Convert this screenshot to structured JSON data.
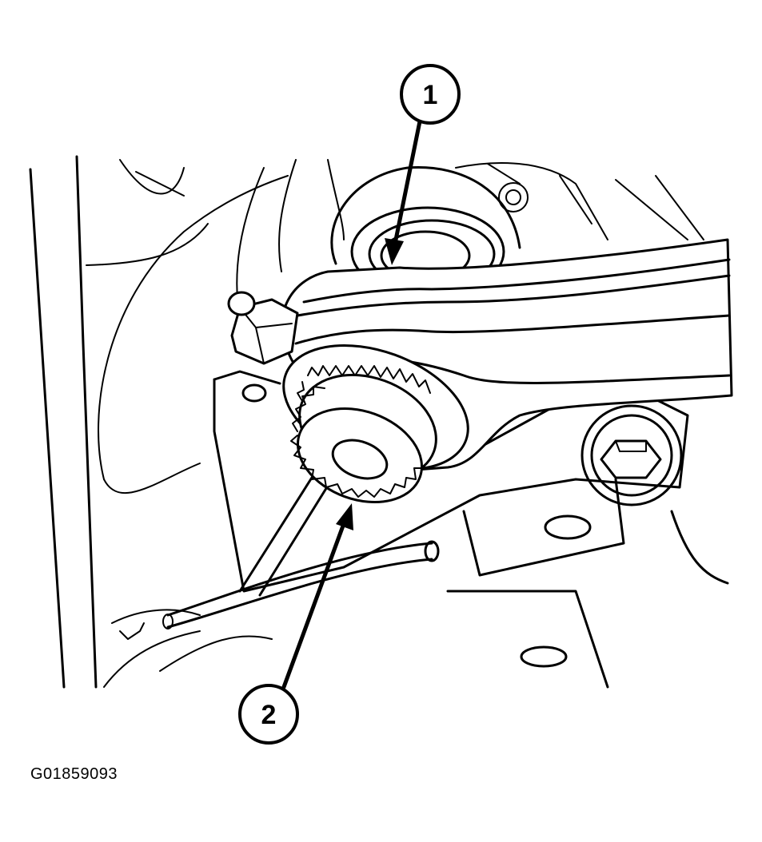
{
  "callouts": [
    {
      "label": "1"
    },
    {
      "label": "2"
    }
  ],
  "figure_id": "G01859093"
}
